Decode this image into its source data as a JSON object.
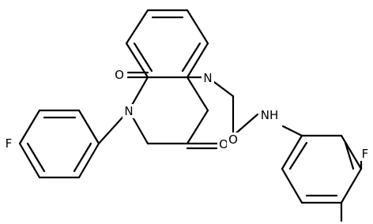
{
  "molecule": {
    "atoms": [
      {
        "key": "F1",
        "label": "F"
      },
      {
        "key": "O1",
        "label": "O"
      },
      {
        "key": "O2",
        "label": "O"
      },
      {
        "key": "N1",
        "label": "N"
      },
      {
        "key": "N3",
        "label": "N"
      },
      {
        "key": "O3",
        "label": "O"
      },
      {
        "key": "NH",
        "label": "NH"
      },
      {
        "key": "F2",
        "label": "F"
      }
    ]
  }
}
